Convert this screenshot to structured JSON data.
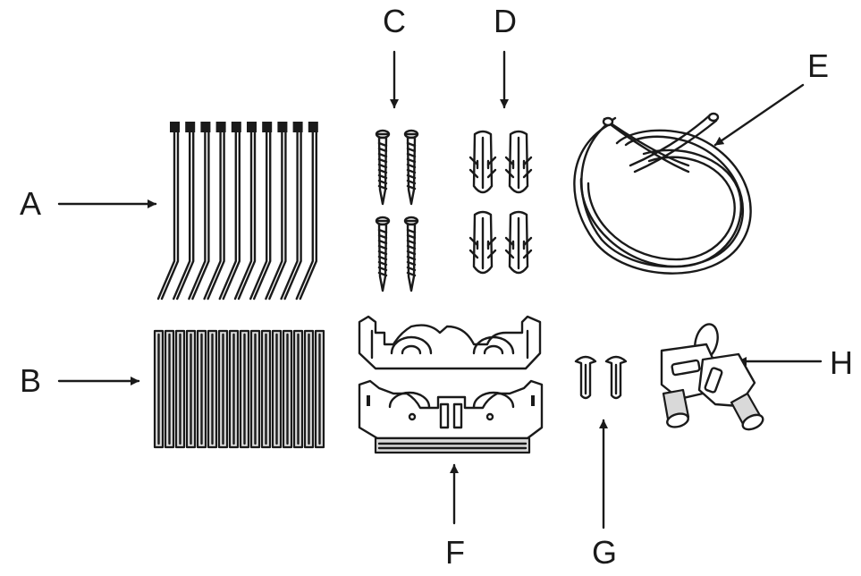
{
  "labels": {
    "A": "A",
    "B": "B",
    "C": "C",
    "D": "D",
    "E": "E",
    "F": "F",
    "G": "G",
    "H": "H"
  },
  "parts": [
    {
      "id": "A",
      "icon": "cable-ties-icon"
    },
    {
      "id": "B",
      "icon": "cable-sleeves-icon"
    },
    {
      "id": "C",
      "icon": "wood-screws-icon"
    },
    {
      "id": "D",
      "icon": "wall-plugs-icon"
    },
    {
      "id": "E",
      "icon": "steel-cable-icon"
    },
    {
      "id": "F",
      "icon": "cable-clamp-bracket-icon"
    },
    {
      "id": "G",
      "icon": "small-screws-icon"
    },
    {
      "id": "H",
      "icon": "keys-icon"
    }
  ]
}
